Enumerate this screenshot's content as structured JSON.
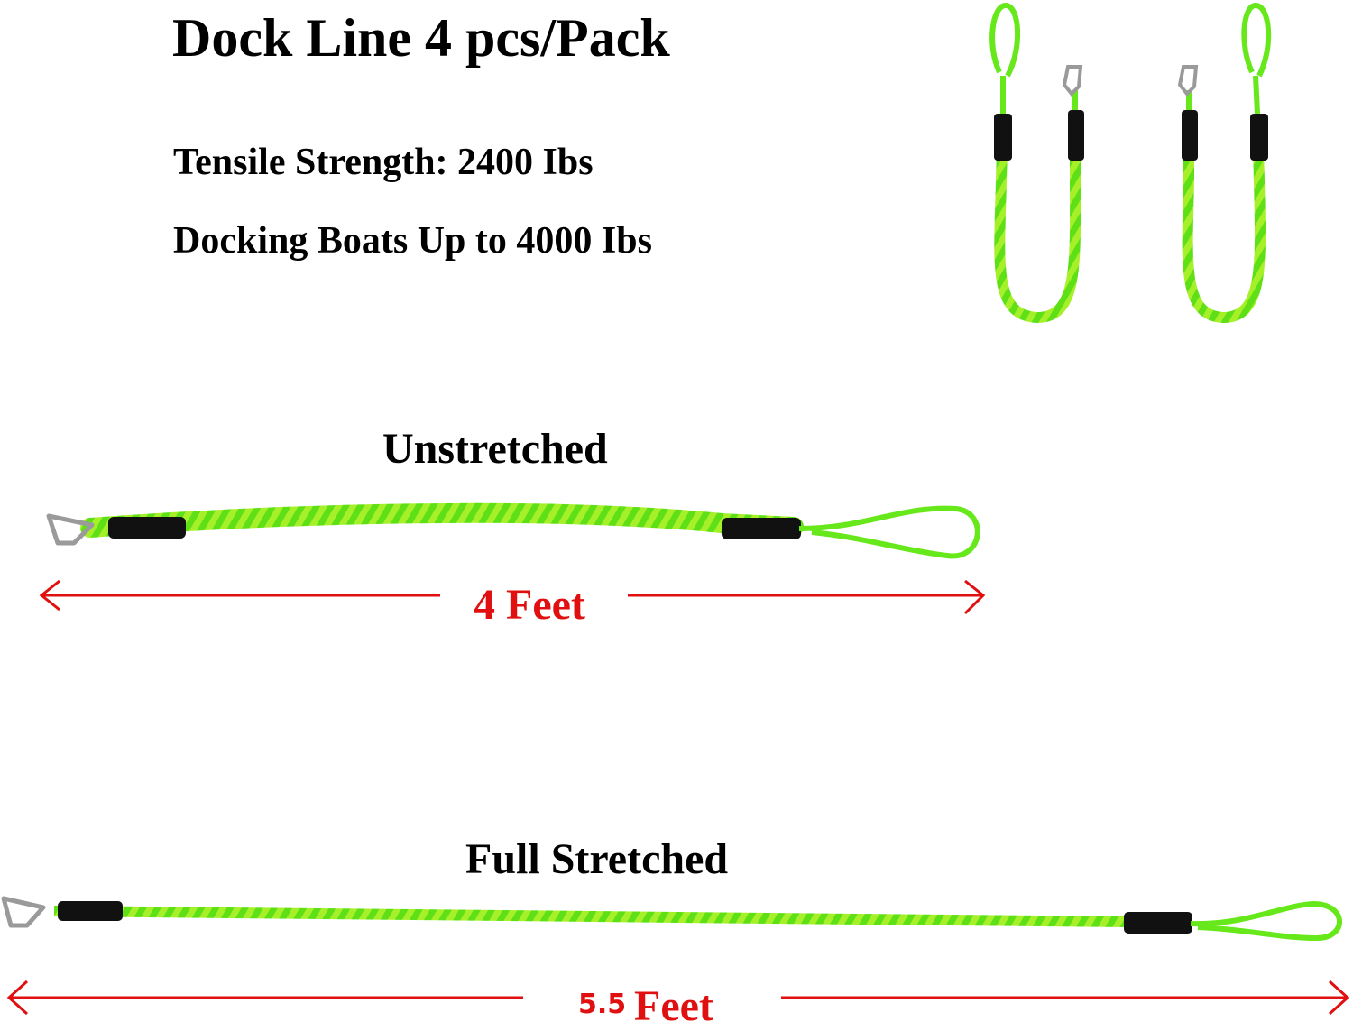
{
  "product": {
    "title": "Dock Line 4 pcs/Pack",
    "spec_tensile": "Tensile Strength: 2400 Ibs",
    "spec_capacity": "Docking Boats Up to 4000 Ibs"
  },
  "states": {
    "unstretched": {
      "label": "Unstretched",
      "length_value": "4",
      "length_unit": "Feet"
    },
    "stretched": {
      "label": "Full Stretched",
      "length_value": "5.5",
      "length_unit": "Feet"
    }
  },
  "colors": {
    "rope": "#66e81a",
    "rope_highlight": "#c8f03a",
    "sleeve": "#111111",
    "arrow": "#e01010",
    "clip": "#9a9a9a"
  },
  "icons": {
    "clip": "carabiner-icon",
    "loop": "rope-loop-icon",
    "arrow": "double-arrow-icon"
  }
}
